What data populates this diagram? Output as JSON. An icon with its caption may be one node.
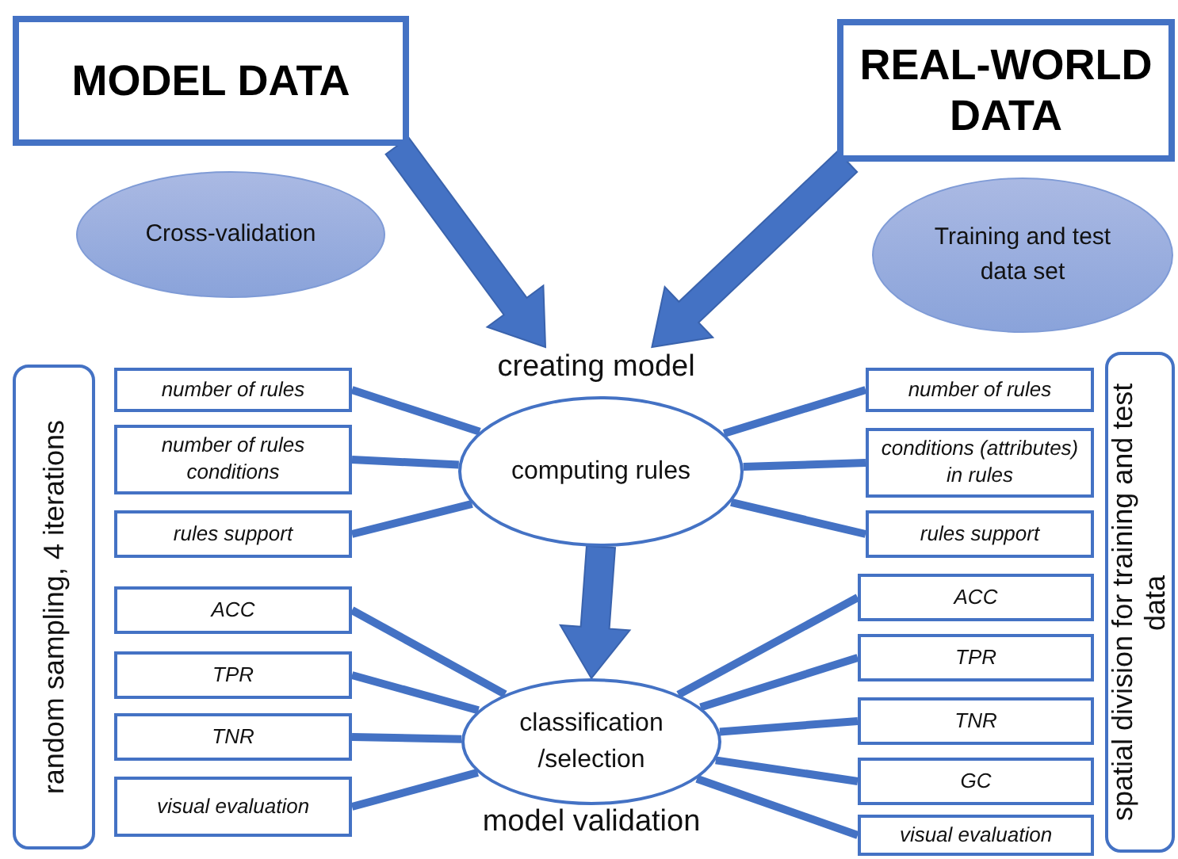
{
  "diagram": {
    "nodes": [
      {
        "text": [
          "MODEL DATA"
        ]
      },
      {
        "text": [
          "REAL-WORLD DATA"
        ]
      },
      {
        "text": [
          "Cross-validation"
        ]
      },
      {
        "text": [
          "Training and test data set"
        ]
      },
      {
        "text": [
          "creating model"
        ]
      },
      {
        "text": [
          "random sampling, 4 iterations"
        ]
      },
      {
        "text": [
          "number of rules"
        ]
      },
      {
        "text": [
          "number of rules conditions"
        ]
      },
      {
        "text": [
          "rules support"
        ]
      },
      {
        "text": [
          "computing rules"
        ]
      },
      {
        "text": [
          "number of rules"
        ]
      },
      {
        "text": [
          "conditions (attributes) in rules"
        ]
      },
      {
        "text": [
          "rules support"
        ]
      },
      {
        "text": [
          "spatial division for training and test data"
        ]
      },
      {
        "text": [
          "ACC"
        ]
      },
      {
        "text": [
          "TPR"
        ]
      },
      {
        "text": [
          "TNR"
        ]
      },
      {
        "text": [
          "visual evaluation"
        ]
      },
      {
        "text": [
          "classification /selection"
        ],
        "beside": [
          "model validation"
        ]
      },
      {
        "text": [
          "ACC"
        ]
      },
      {
        "text": [
          "TPR"
        ]
      },
      {
        "text": [
          "TNR"
        ]
      },
      {
        "text": [
          "GC"
        ]
      },
      {
        "text": [
          "visual evaluation"
        ]
      }
    ],
    "edges": [
      {
        "from": 0,
        "to": 4,
        "arrow": "to",
        "style": "thick"
      },
      {
        "from": 1,
        "to": 4,
        "arrow": "to",
        "style": "thick"
      },
      {
        "from": 9,
        "to": 18,
        "arrow": "to",
        "style": "thick"
      },
      {
        "from": 6,
        "to": 9,
        "arrow": "none"
      },
      {
        "from": 7,
        "to": 9,
        "arrow": "none"
      },
      {
        "from": 8,
        "to": 9,
        "arrow": "none"
      },
      {
        "from": 10,
        "to": 9,
        "arrow": "none"
      },
      {
        "from": 11,
        "to": 9,
        "arrow": "none"
      },
      {
        "from": 12,
        "to": 9,
        "arrow": "none"
      },
      {
        "from": 14,
        "to": 18,
        "arrow": "none"
      },
      {
        "from": 15,
        "to": 18,
        "arrow": "none"
      },
      {
        "from": 16,
        "to": 18,
        "arrow": "none"
      },
      {
        "from": 17,
        "to": 18,
        "arrow": "none"
      },
      {
        "from": 19,
        "to": 18,
        "arrow": "none"
      },
      {
        "from": 20,
        "to": 18,
        "arrow": "none"
      },
      {
        "from": 21,
        "to": 18,
        "arrow": "none"
      },
      {
        "from": 22,
        "to": 18,
        "arrow": "none"
      },
      {
        "from": 23,
        "to": 18,
        "arrow": "none"
      }
    ]
  }
}
